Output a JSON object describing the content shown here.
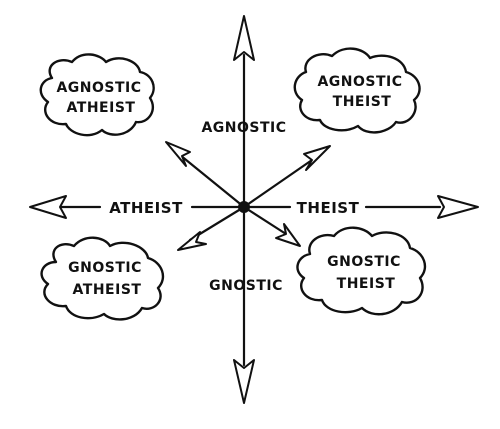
{
  "axes": {
    "top": "AGNOSTIC",
    "bottom": "GNOSTIC",
    "left": "ATHEIST",
    "right": "THEIST"
  },
  "quadrants": {
    "top_left": {
      "line1": "AGNOSTIC",
      "line2": "ATHEIST"
    },
    "top_right": {
      "line1": "AGNOSTIC",
      "line2": "THEIST"
    },
    "bottom_left": {
      "line1": "GNOSTIC",
      "line2": "ATHEIST"
    },
    "bottom_right": {
      "line1": "GNOSTIC",
      "line2": "THEIST"
    }
  },
  "colors": {
    "ink": "#111111",
    "paper": "#ffffff"
  }
}
